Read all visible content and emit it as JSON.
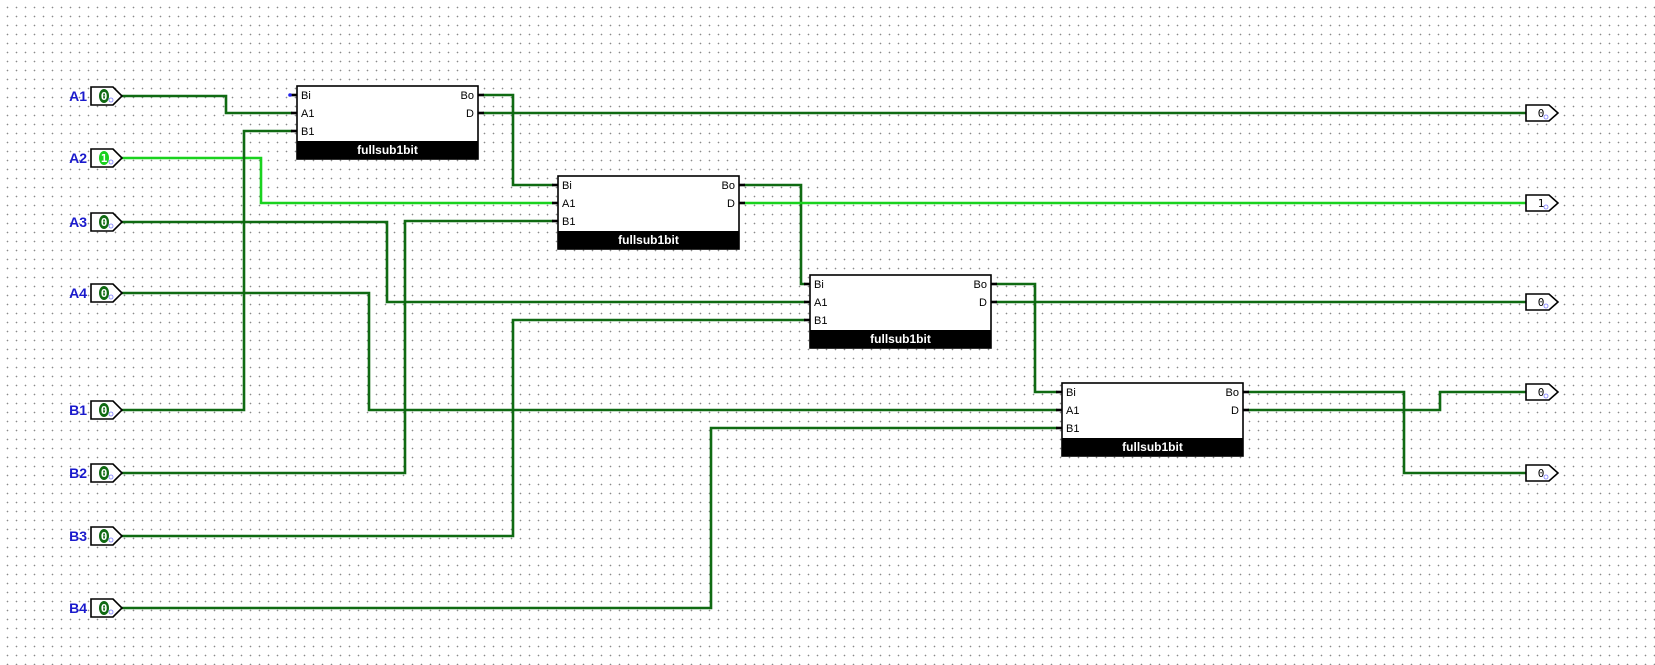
{
  "app": {
    "title": "Logisim circuit canvas"
  },
  "colors": {
    "wire_low": "#0f6a12",
    "wire_high": "#19d21e",
    "label": "#1a1acc",
    "block_footer": "#000000"
  },
  "inputs": [
    {
      "id": "A1",
      "label": "A1",
      "value": "0"
    },
    {
      "id": "A2",
      "label": "A2",
      "value": "1"
    },
    {
      "id": "A3",
      "label": "A3",
      "value": "0"
    },
    {
      "id": "A4",
      "label": "A4",
      "value": "0"
    },
    {
      "id": "B1",
      "label": "B1",
      "value": "0"
    },
    {
      "id": "B2",
      "label": "B2",
      "value": "0"
    },
    {
      "id": "B3",
      "label": "B3",
      "value": "0"
    },
    {
      "id": "B4",
      "label": "B4",
      "value": "0"
    }
  ],
  "blocks": [
    {
      "id": "sub1",
      "title": "fullsub1bit",
      "in_ports": [
        "Bi",
        "A1",
        "B1"
      ],
      "out_ports": [
        "Bo",
        "D"
      ]
    },
    {
      "id": "sub2",
      "title": "fullsub1bit",
      "in_ports": [
        "Bi",
        "A1",
        "B1"
      ],
      "out_ports": [
        "Bo",
        "D"
      ]
    },
    {
      "id": "sub3",
      "title": "fullsub1bit",
      "in_ports": [
        "Bi",
        "A1",
        "B1"
      ],
      "out_ports": [
        "Bo",
        "D"
      ]
    },
    {
      "id": "sub4",
      "title": "fullsub1bit",
      "in_ports": [
        "Bi",
        "A1",
        "B1"
      ],
      "out_ports": [
        "Bo",
        "D"
      ]
    }
  ],
  "outputs": [
    {
      "id": "D1",
      "value": "0"
    },
    {
      "id": "D2",
      "value": "1"
    },
    {
      "id": "D3",
      "value": "0"
    },
    {
      "id": "D4",
      "value": "0"
    },
    {
      "id": "Bout",
      "value": "0"
    }
  ],
  "wires": [
    {
      "from": "A1",
      "to": "sub1.A1",
      "state": 0
    },
    {
      "from": "A2",
      "to": "sub2.A1",
      "state": 1
    },
    {
      "from": "A3",
      "to": "sub3.A1",
      "state": 0
    },
    {
      "from": "A4",
      "to": "sub4.A1",
      "state": 0
    },
    {
      "from": "B1",
      "to": "sub1.B1",
      "state": 0
    },
    {
      "from": "B2",
      "to": "sub2.B1",
      "state": 0
    },
    {
      "from": "B3",
      "to": "sub3.B1",
      "state": 0
    },
    {
      "from": "B4",
      "to": "sub4.B1",
      "state": 0
    },
    {
      "from": "sub1.Bo",
      "to": "sub2.Bi",
      "state": 0
    },
    {
      "from": "sub2.Bo",
      "to": "sub3.Bi",
      "state": 0
    },
    {
      "from": "sub3.Bo",
      "to": "sub4.Bi",
      "state": 0
    },
    {
      "from": "sub1.D",
      "to": "D1",
      "state": 0
    },
    {
      "from": "sub2.D",
      "to": "D2",
      "state": 1
    },
    {
      "from": "sub3.D",
      "to": "D3",
      "state": 0
    },
    {
      "from": "sub4.D",
      "to": "D4",
      "state": 0
    },
    {
      "from": "sub4.Bo",
      "to": "Bout",
      "state": 0
    }
  ]
}
